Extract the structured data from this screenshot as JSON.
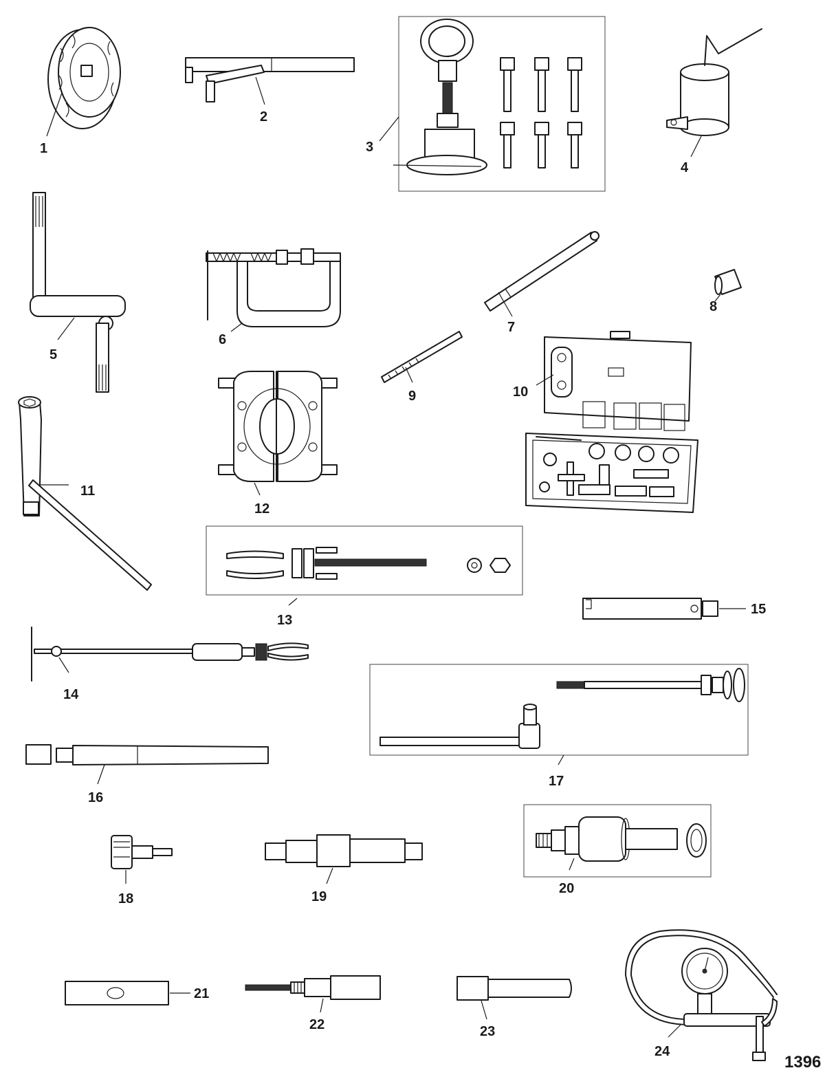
{
  "page_number": "1396",
  "parts": [
    {
      "label": "1"
    },
    {
      "label": "2"
    },
    {
      "label": "3"
    },
    {
      "label": "4"
    },
    {
      "label": "5"
    },
    {
      "label": "6"
    },
    {
      "label": "7"
    },
    {
      "label": "8"
    },
    {
      "label": "9"
    },
    {
      "label": "10"
    },
    {
      "label": "11"
    },
    {
      "label": "12"
    },
    {
      "label": "13"
    },
    {
      "label": "14"
    },
    {
      "label": "15"
    },
    {
      "label": "16"
    },
    {
      "label": "17"
    },
    {
      "label": "18"
    },
    {
      "label": "19"
    },
    {
      "label": "20"
    },
    {
      "label": "21"
    },
    {
      "label": "22"
    },
    {
      "label": "23"
    },
    {
      "label": "24"
    }
  ],
  "colors": {
    "ink": "#1a1a1a",
    "paper": "#ffffff"
  }
}
